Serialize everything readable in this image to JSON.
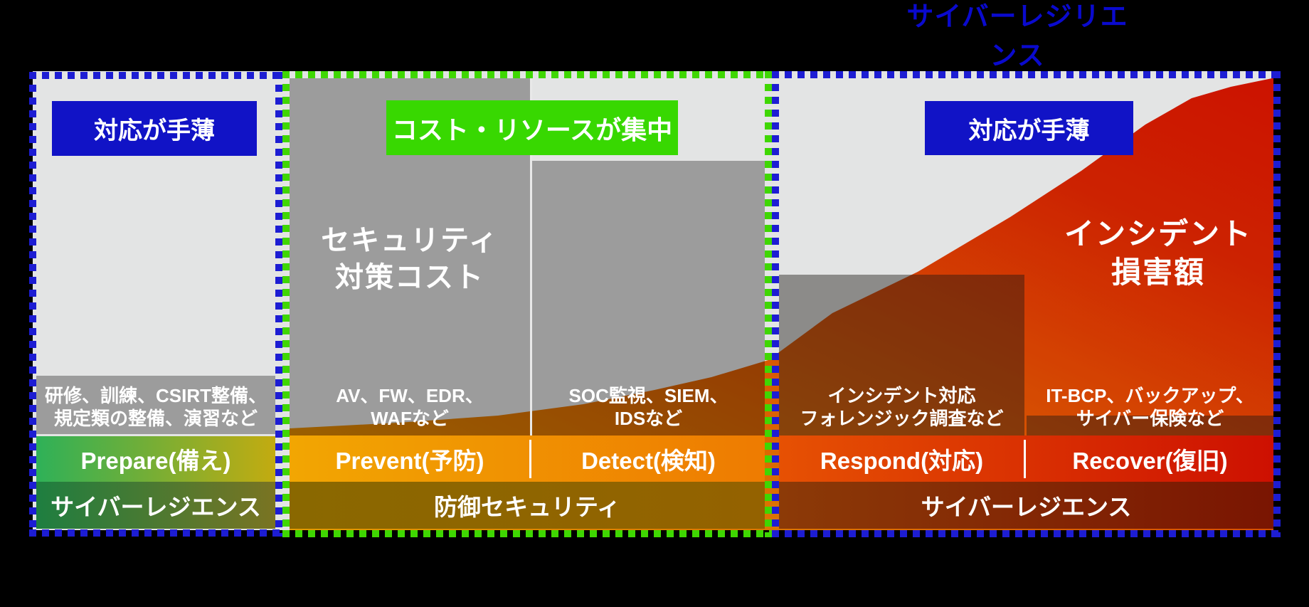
{
  "title": "サイバーレジリエンス",
  "labels": {
    "left_gap": "対応が手薄",
    "center_focus": "コスト・リソースが集中",
    "right_gap": "対応が手薄"
  },
  "security_cost": {
    "line1": "セキュリティ",
    "line2": "対策コスト"
  },
  "incident_damage": {
    "line1": "インシデント",
    "line2": "損害額"
  },
  "columns": [
    {
      "phase": "Prepare(備え)",
      "notes_line1": "研修、訓練、CSIRT整備、",
      "notes_line2": "規定類の整備、演習など"
    },
    {
      "phase": "Prevent(予防)",
      "notes_line1": "AV、FW、EDR、",
      "notes_line2": "WAFなど"
    },
    {
      "phase": "Detect(検知)",
      "notes_line1": "SOC監視、SIEM、",
      "notes_line2": "IDSなど"
    },
    {
      "phase": "Respond(対応)",
      "notes_line1": "インシデント対応",
      "notes_line2": "フォレンジック調査など"
    },
    {
      "phase": "Recover(復旧)",
      "notes_line1": "IT-BCP、バックアップ、",
      "notes_line2": "サイバー保険など"
    }
  ],
  "categories": {
    "left": "サイバーレジエンス",
    "center": "防御セキュリティ",
    "right": "サイバーレジエンス"
  },
  "colors": {
    "accentBlue": "#1113c6",
    "accentGreen": "#38d801",
    "titleBlue": "#0a0ace",
    "borderBlue": "#1d1dd3",
    "borderGreen": "#3fd702",
    "bgGray": "#e3e4e4",
    "blockGray": "#9c9c9c",
    "prepA": "#2eb158",
    "prepB": "#c3ab10",
    "prevA": "#f2a602",
    "prevB": "#ee7b01",
    "respA": "#e65103",
    "respB": "#cd1001",
    "cat1A": "#1e7e40",
    "cat1B": "#7a7422",
    "cat2A": "#8a6800",
    "cat2B": "#946200",
    "cat3A": "#8c3a07",
    "cat3B": "#7a1502",
    "damageStop1": "#ffae00",
    "damageStop2": "#f36002",
    "damageStop3": "#e62601",
    "damageStop4": "#e61400"
  }
}
